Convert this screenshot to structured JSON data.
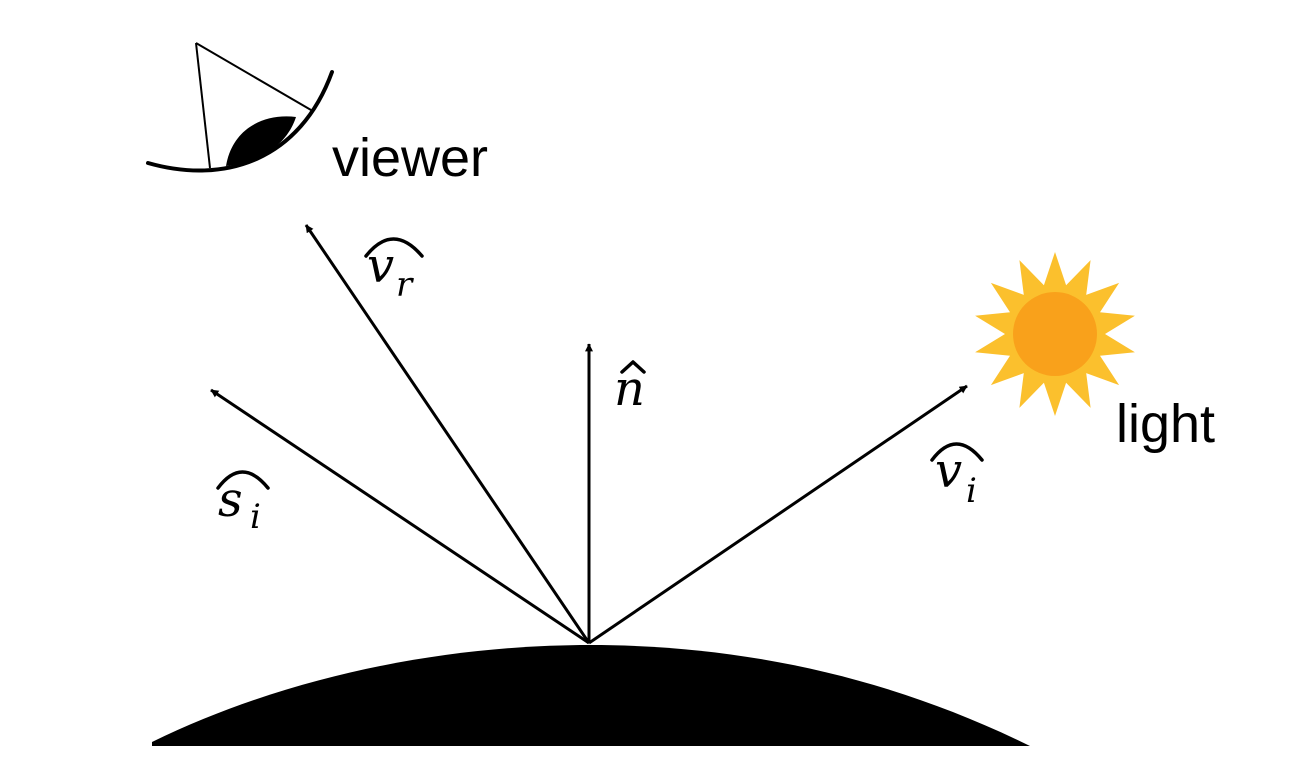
{
  "labels": {
    "viewer": "viewer",
    "light": "light"
  },
  "vectors": {
    "normal": {
      "base": "n",
      "sub": ""
    },
    "reflected_view": {
      "base": "v",
      "sub": "r"
    },
    "incident_light": {
      "base": "v",
      "sub": "i"
    },
    "specular": {
      "base": "s",
      "sub": "i"
    }
  },
  "colors": {
    "ink": "#000000",
    "sun_rays": "#FBC02D",
    "sun_core": "#F9A11B",
    "surface": "#000000"
  },
  "icons": {
    "viewer": "eye-icon",
    "light": "sun-icon"
  }
}
